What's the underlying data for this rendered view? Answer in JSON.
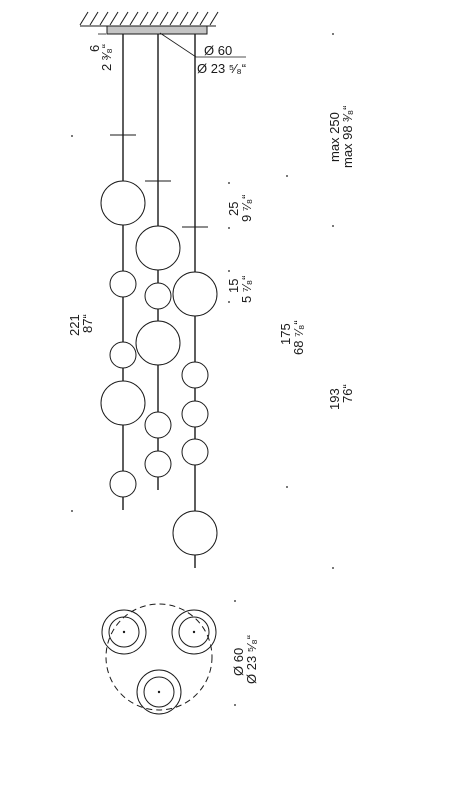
{
  "colors": {
    "line": "#1a1a1a",
    "canopy": "#c4c4c4",
    "globe_fill": "#ffffff"
  },
  "dimensions": {
    "canopy_height_cm": "6",
    "canopy_height_in": "2 ³⁄₈“",
    "canopy_diameter_cm": "Ø 60",
    "canopy_diameter_in": "Ø 23 ⁵⁄₈“",
    "max_length_cm": "max 250",
    "max_length_in": "max 98 ³⁄₈“",
    "large_globe_cm": "25",
    "large_globe_in": "9 ⁷⁄₈“",
    "small_globe_cm": "15",
    "small_globe_in": "5 ⁷⁄₈“",
    "strand_left_cm": "221",
    "strand_left_in": "87“",
    "strand_middle_cm": "175",
    "strand_middle_in": "68 ⁷⁄₈“",
    "strand_right_cm": "193",
    "strand_right_in": "76“",
    "plan_diameter_cm": "Ø 60",
    "plan_diameter_in": "Ø 23 ⁵⁄₈“"
  }
}
